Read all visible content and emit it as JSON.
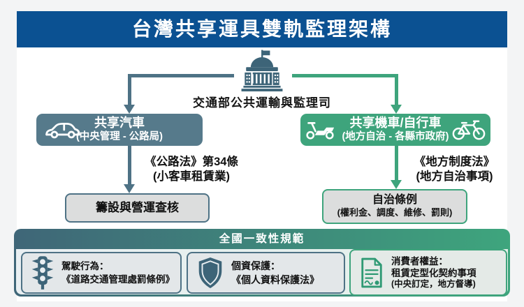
{
  "title": "台灣共享運具雙軌監理架構",
  "ministry": "交通部公共運輸與監理司",
  "car_track": {
    "box_title": "共享汽車",
    "box_subtitle": "(中央管理 - 公路局)",
    "law_line1": "《公路法》第34條",
    "law_line2": "(小客車租賃業)",
    "outcome": "籌設與營運查核"
  },
  "moto_track": {
    "box_title": "共享機車/自行車",
    "box_subtitle": "(地方自治 - 各縣市政府)",
    "law_line1": "《地方制度法》",
    "law_line2": "(地方自治事項)",
    "outcome_title": "自治條例",
    "outcome_subtitle": "(權利金、調度、維修、罰則)"
  },
  "national_rules": {
    "banner": "全國一致性規範",
    "cards": [
      {
        "icon": "traffic-light-icon",
        "line1": "駕駛行為：",
        "line2": "《道路交通管理處罰條例》",
        "line3": ""
      },
      {
        "icon": "shield-icon",
        "line1": "個資保護：",
        "line2": "《個人資料保護法》",
        "line3": ""
      },
      {
        "icon": "contract-icon",
        "line1": "消費者權益：",
        "line2": "租賃定型化契約事項",
        "line3": "(中央訂定，地方督導)"
      }
    ]
  },
  "icons": [
    "government-building-icon",
    "car-icon",
    "scooter-icon",
    "bicycle-icon",
    "traffic-light-icon",
    "shield-icon",
    "contract-icon"
  ],
  "colors": {
    "banner_blue": "#0b5192",
    "slate": "#4e7285",
    "slate_box": "#567a8b",
    "icon_slate": "#3d6478",
    "green": "#3ea47c",
    "light_box": "#dcdddd",
    "page_bg": "#f3f4f5"
  }
}
